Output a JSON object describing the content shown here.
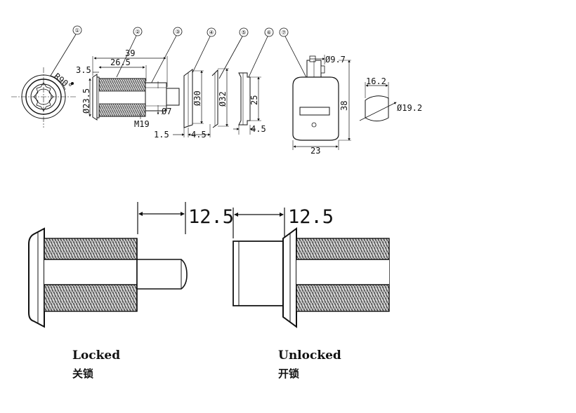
{
  "callouts": [
    "①",
    "②",
    "③",
    "④",
    "⑤",
    "⑥",
    "⑦"
  ],
  "dims": {
    "r90": "R90°",
    "d39": "39",
    "d26_5": "26.5",
    "d3_5": "3.5",
    "d23_5": "Ø23.5",
    "m19": "M19",
    "d7": "Ø7",
    "d30": "Ø30",
    "d32": "Ø32",
    "d25": "25",
    "d1_5": "1.5",
    "d4_5a": "4.5",
    "d4_5b": "4.5",
    "d9_7": "Ø9.7",
    "d38": "38",
    "d23": "23",
    "d16_2": "16.2",
    "d19_2": "Ø19.2"
  },
  "bottom": {
    "stroke_locked": "12.5",
    "stroke_unlocked": "12.5"
  },
  "states": {
    "locked_en": "Locked",
    "locked_cn": "关锁",
    "unlocked_en": "Unlocked",
    "unlocked_cn": "开锁"
  },
  "colors": {
    "ink": "#111111",
    "thread": "#444444",
    "fill": "#e6e6e6"
  }
}
